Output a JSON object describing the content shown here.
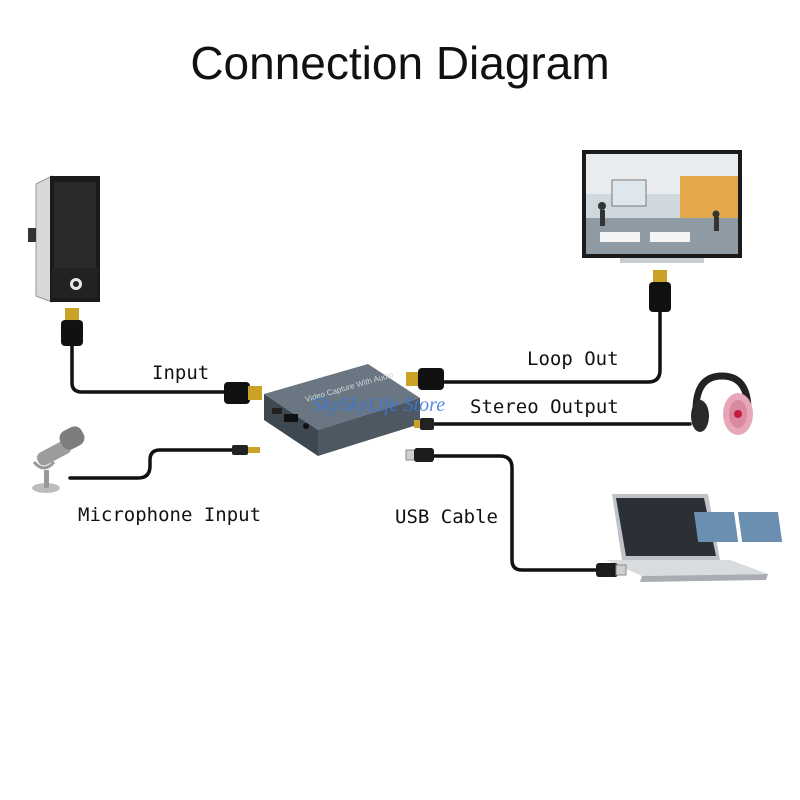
{
  "title": "Connection Diagram",
  "labels": {
    "input": "Input",
    "loop_out": "Loop Out",
    "stereo_output": "Stereo Output",
    "microphone_input": "Microphone Input",
    "usb_cable": "USB Cable"
  },
  "watermark": "SkySkyLife Store",
  "device_face_text": "Video Capture With Audio",
  "colors": {
    "cable": "#111111",
    "device_body": "#4a5560",
    "hdmi_gold": "#c9a227",
    "headphone_pink": "#e7a7b8",
    "watermark": "#3a78d8"
  },
  "icons": [
    "pc-tower-icon",
    "tv-monitor-icon",
    "headphones-icon",
    "microphone-icon",
    "laptop-icon",
    "capture-device-icon"
  ]
}
